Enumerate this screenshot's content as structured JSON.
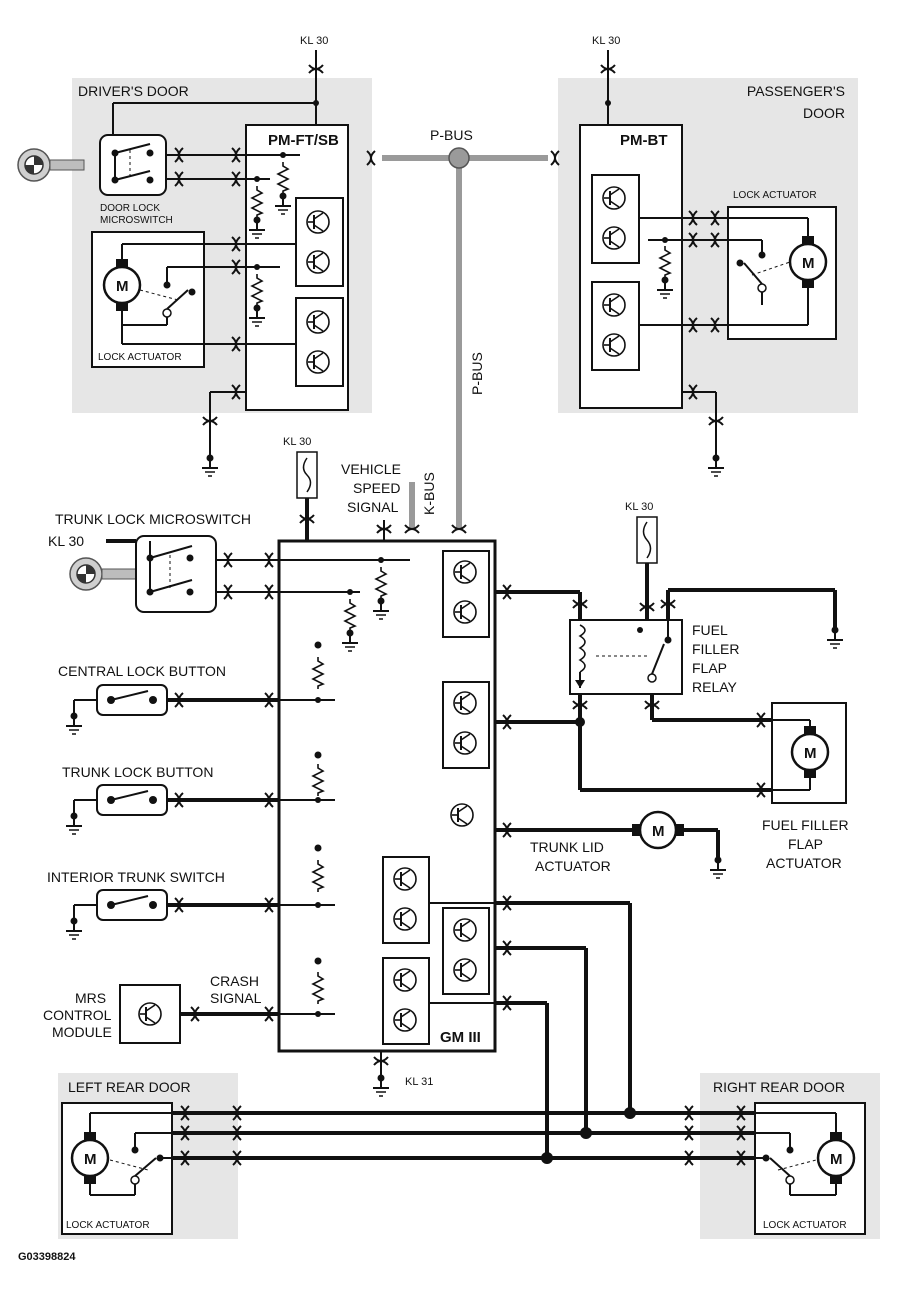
{
  "figure_id": "G03398824",
  "zones": {
    "drivers_door": "DRIVER'S DOOR",
    "passengers_door": "PASSENGER'S DOOR",
    "left_rear_door": "LEFT REAR DOOR",
    "right_rear_door": "RIGHT REAR DOOR"
  },
  "modules": {
    "pm_ft": "PM-FT/SB",
    "pm_bt": "PM-BT",
    "gm": "GM III",
    "mrs_l1": "MRS",
    "mrs_l2": "CONTROL",
    "mrs_l3": "MODULE"
  },
  "bus": {
    "p_bus": "P-BUS",
    "k_bus": "K-BUS"
  },
  "power": {
    "kl30": "KL 30",
    "kl31": "KL 31"
  },
  "components": {
    "door_lock_microswitch_l1": "DOOR LOCK",
    "door_lock_microswitch_l2": "MICROSWITCH",
    "lock_actuator": "LOCK ACTUATOR",
    "motor": "M",
    "trunk_lock_microswitch": "TRUNK LOCK MICROSWITCH",
    "central_lock_button": "CENTRAL LOCK BUTTON",
    "trunk_lock_button": "TRUNK LOCK BUTTON",
    "interior_trunk_switch": "INTERIOR TRUNK SWITCH",
    "vehicle_speed_l1": "VEHICLE",
    "vehicle_speed_l2": "SPEED",
    "vehicle_speed_l3": "SIGNAL",
    "crash_l1": "CRASH",
    "crash_l2": "SIGNAL",
    "relay_l1": "FUEL",
    "relay_l2": "FILLER",
    "relay_l3": "FLAP",
    "relay_l4": "RELAY",
    "fuel_act_l1": "FUEL FILLER",
    "fuel_act_l2": "FLAP",
    "fuel_act_l3": "ACTUATOR",
    "trunk_lid_l1": "TRUNK LID",
    "trunk_lid_l2": "ACTUATOR"
  }
}
